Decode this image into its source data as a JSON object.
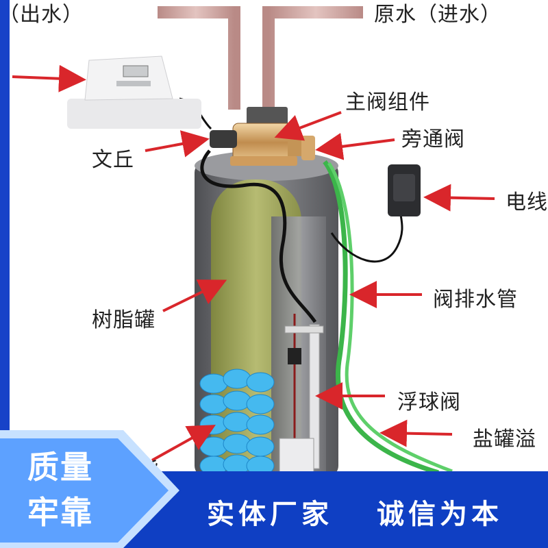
{
  "labels": {
    "soft_water_out": "软水（出水）",
    "raw_water_in": "原水（进水）",
    "main_valve": "主阀组件",
    "bypass_valve": "旁通阀",
    "venturi": "文丘",
    "power": "电线",
    "resin_tank": "树脂罐",
    "drain_line": "阀排水管",
    "float_valve": "浮球阀",
    "brine_overflow": "盐罐溢",
    "resin": "树脂"
  },
  "badge": {
    "line1": "质量",
    "line2": "牢靠"
  },
  "slogans": {
    "left": "实体厂家",
    "right": "诚信为本"
  },
  "colors": {
    "arrow": "#d9262b",
    "pipe": "#c9a29d",
    "tank": "#6d6e72",
    "resin_tank": "#a6ac62",
    "drain": "#3cb54a",
    "banner": "#0f3fc3",
    "badge": "#5da1ff"
  }
}
